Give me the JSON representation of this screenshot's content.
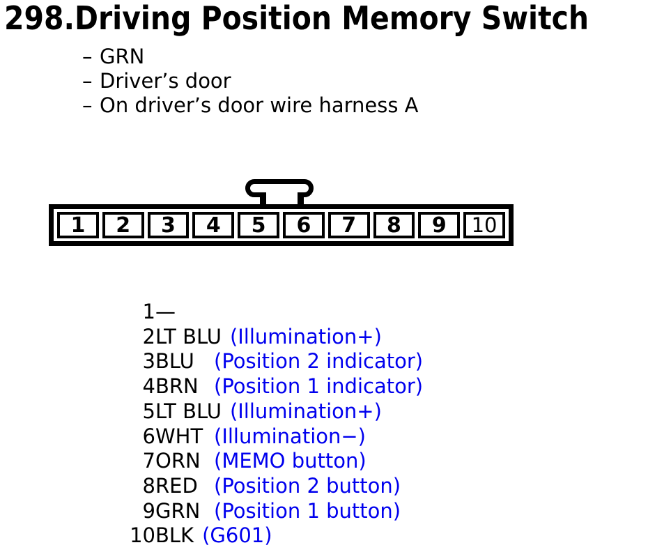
{
  "title": "298.Driving Position Memory Switch",
  "notes": {
    "dash": "–",
    "items": [
      "GRN",
      "Driver’s door",
      "On driver’s door wire harness A"
    ]
  },
  "connector": {
    "pins": [
      "1",
      "2",
      "3",
      "4",
      "5",
      "6",
      "7",
      "8",
      "9",
      "10"
    ]
  },
  "pin_table": {
    "rows": [
      {
        "num": "1",
        "color": "—",
        "func": ""
      },
      {
        "num": "2",
        "color": "LT BLU",
        "func": "(Illumination+)"
      },
      {
        "num": "3",
        "color": "BLU",
        "func": "(Position 2 indicator)"
      },
      {
        "num": "4",
        "color": "BRN",
        "func": "(Position 1 indicator)"
      },
      {
        "num": "5",
        "color": "LT BLU",
        "func": "(Illumination+)"
      },
      {
        "num": "6",
        "color": "WHT",
        "func": "(Illumination−)"
      },
      {
        "num": "7",
        "color": "ORN",
        "func": "(MEMO button)"
      },
      {
        "num": "8",
        "color": "RED",
        "func": "(Position 2 button)"
      },
      {
        "num": "9",
        "color": "GRN",
        "func": "(Position 1 button)"
      },
      {
        "num": "10",
        "color": "BLK",
        "func": "(G601)"
      }
    ]
  },
  "colors": {
    "ink": "#000000",
    "function_text": "#0000ee",
    "background": "#ffffff"
  }
}
